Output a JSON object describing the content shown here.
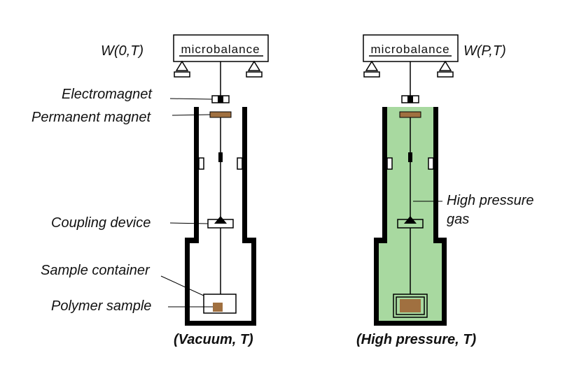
{
  "left": {
    "microbalance_label": "microbalance",
    "weight_label": "W(0,T)",
    "caption": "(Vacuum, T)",
    "callouts": {
      "electromagnet": "Electromagnet",
      "permanent_magnet": "Permanent magnet",
      "coupling_device": "Coupling device",
      "sample_container": "Sample container",
      "polymer_sample": "Polymer sample"
    }
  },
  "right": {
    "microbalance_label": "microbalance",
    "weight_label": "W(P,T)",
    "caption": "(High pressure, T)",
    "gas_label_line1": "High pressure",
    "gas_label_line2": "gas"
  },
  "colors": {
    "gas": "#a8d9a0",
    "magnet": "#a07040",
    "sample": "#a07040",
    "wall": "#000000"
  }
}
